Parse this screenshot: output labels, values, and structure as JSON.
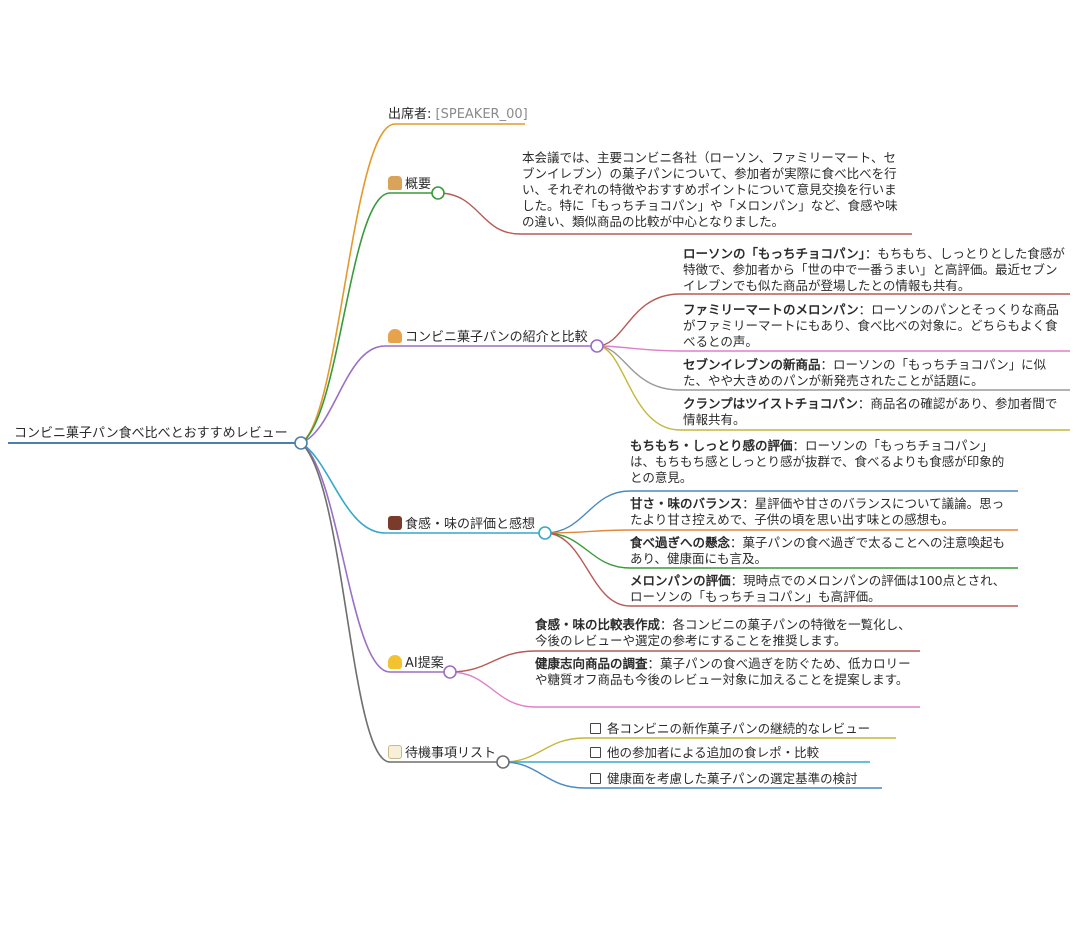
{
  "root": {
    "label": "コンビニ菓子パン食べ比べとおすすめレビュー"
  },
  "attendees": {
    "label": "出席者",
    "value": "[SPEAKER_00]"
  },
  "overview": {
    "label": "概要",
    "icon": "bread-icon",
    "text": "本会議では、主要コンビニ各社（ローソン、ファミリーマート、セブンイレブン）の菓子パンについて、参加者が実際に食べ比べを行い、それぞれの特徴やおすすめポイントについて意見交換を行いました。特に「もっちチョコパン」や「メロンパン」など、食感や味の違い、類似商品の比較が中心となりました。"
  },
  "intro": {
    "label": "コンビニ菓子パンの紹介と比較",
    "icon": "croissant-icon",
    "items": [
      {
        "title": "ローソンの「もっちチョコパン」",
        "text": "：もちもち、しっとりとした食感が特徴で、参加者から「世の中で一番うまい」と高評価。最近セブンイレブンでも似た商品が登場したとの情報も共有。"
      },
      {
        "title": "ファミリーマートのメロンパン",
        "text": "：ローソンのパンとそっくりな商品がファミリーマートにもあり、食べ比べの対象に。どちらもよく食べるとの声。"
      },
      {
        "title": "セブンイレブンの新商品",
        "text": "：ローソンの「もっちチョコパン」に似た、やや大きめのパンが新発売されたことが話題に。"
      },
      {
        "title": "クランプはツイストチョコパン",
        "text": "：商品名の確認があり、参加者間で情報共有。"
      }
    ]
  },
  "taste": {
    "label": "食感・味の評価と感想",
    "icon": "chocolate-icon",
    "items": [
      {
        "title": "もちもち・しっとり感の評価",
        "text": "：ローソンの「もっちチョコパン」は、もちもち感としっとり感が抜群で、食べるよりも食感が印象的との意見。"
      },
      {
        "title": "甘さ・味のバランス",
        "text": "：星評価や甘さのバランスについて議論。思ったより甘さ控えめで、子供の頃を思い出す味との感想も。"
      },
      {
        "title": "食べ過ぎへの懸念",
        "text": "：菓子パンの食べ過ぎで太ることへの注意喚起もあり、健康面にも言及。"
      },
      {
        "title": "メロンパンの評価",
        "text": "：現時点でのメロンパンの評価は100点とされ、ローソンの「もっちチョコパン」も高評価。"
      }
    ]
  },
  "ai": {
    "label": "AI提案",
    "icon": "lightbulb-icon",
    "items": [
      {
        "title": "食感・味の比較表作成",
        "text": "：各コンビニの菓子パンの特徴を一覧化し、今後のレビューや選定の参考にすることを推奨します。"
      },
      {
        "title": "健康志向商品の調査",
        "text": "：菓子パンの食べ過ぎを防ぐため、低カロリーや糖質オフ商品も今後のレビュー対象に加えることを提案します。"
      }
    ]
  },
  "todo": {
    "label": "待機事項リスト",
    "icon": "memo-icon",
    "items": [
      "各コンビニの新作菓子パンの継続的なレビュー",
      "他の参加者による追加の食レポ・比較",
      "健康面を考慮した菓子パンの選定基準の検討"
    ]
  },
  "colors": {
    "root": "#4a7fb0",
    "attendees": "#e39a2b",
    "overview": "#3a9a3a",
    "intro": "#9a6fc4",
    "taste": "#36a8c8",
    "ai": "#9a6fc4",
    "todo": "#6f6f6f",
    "leaf_red": "#b85a55",
    "leaf_pink": "#e07fc9",
    "leaf_gray": "#9a9a9a",
    "leaf_olive": "#c4b73a",
    "leaf_blue": "#4a8ac0",
    "leaf_orange": "#e0893a",
    "leaf_green": "#3a9a3a"
  }
}
